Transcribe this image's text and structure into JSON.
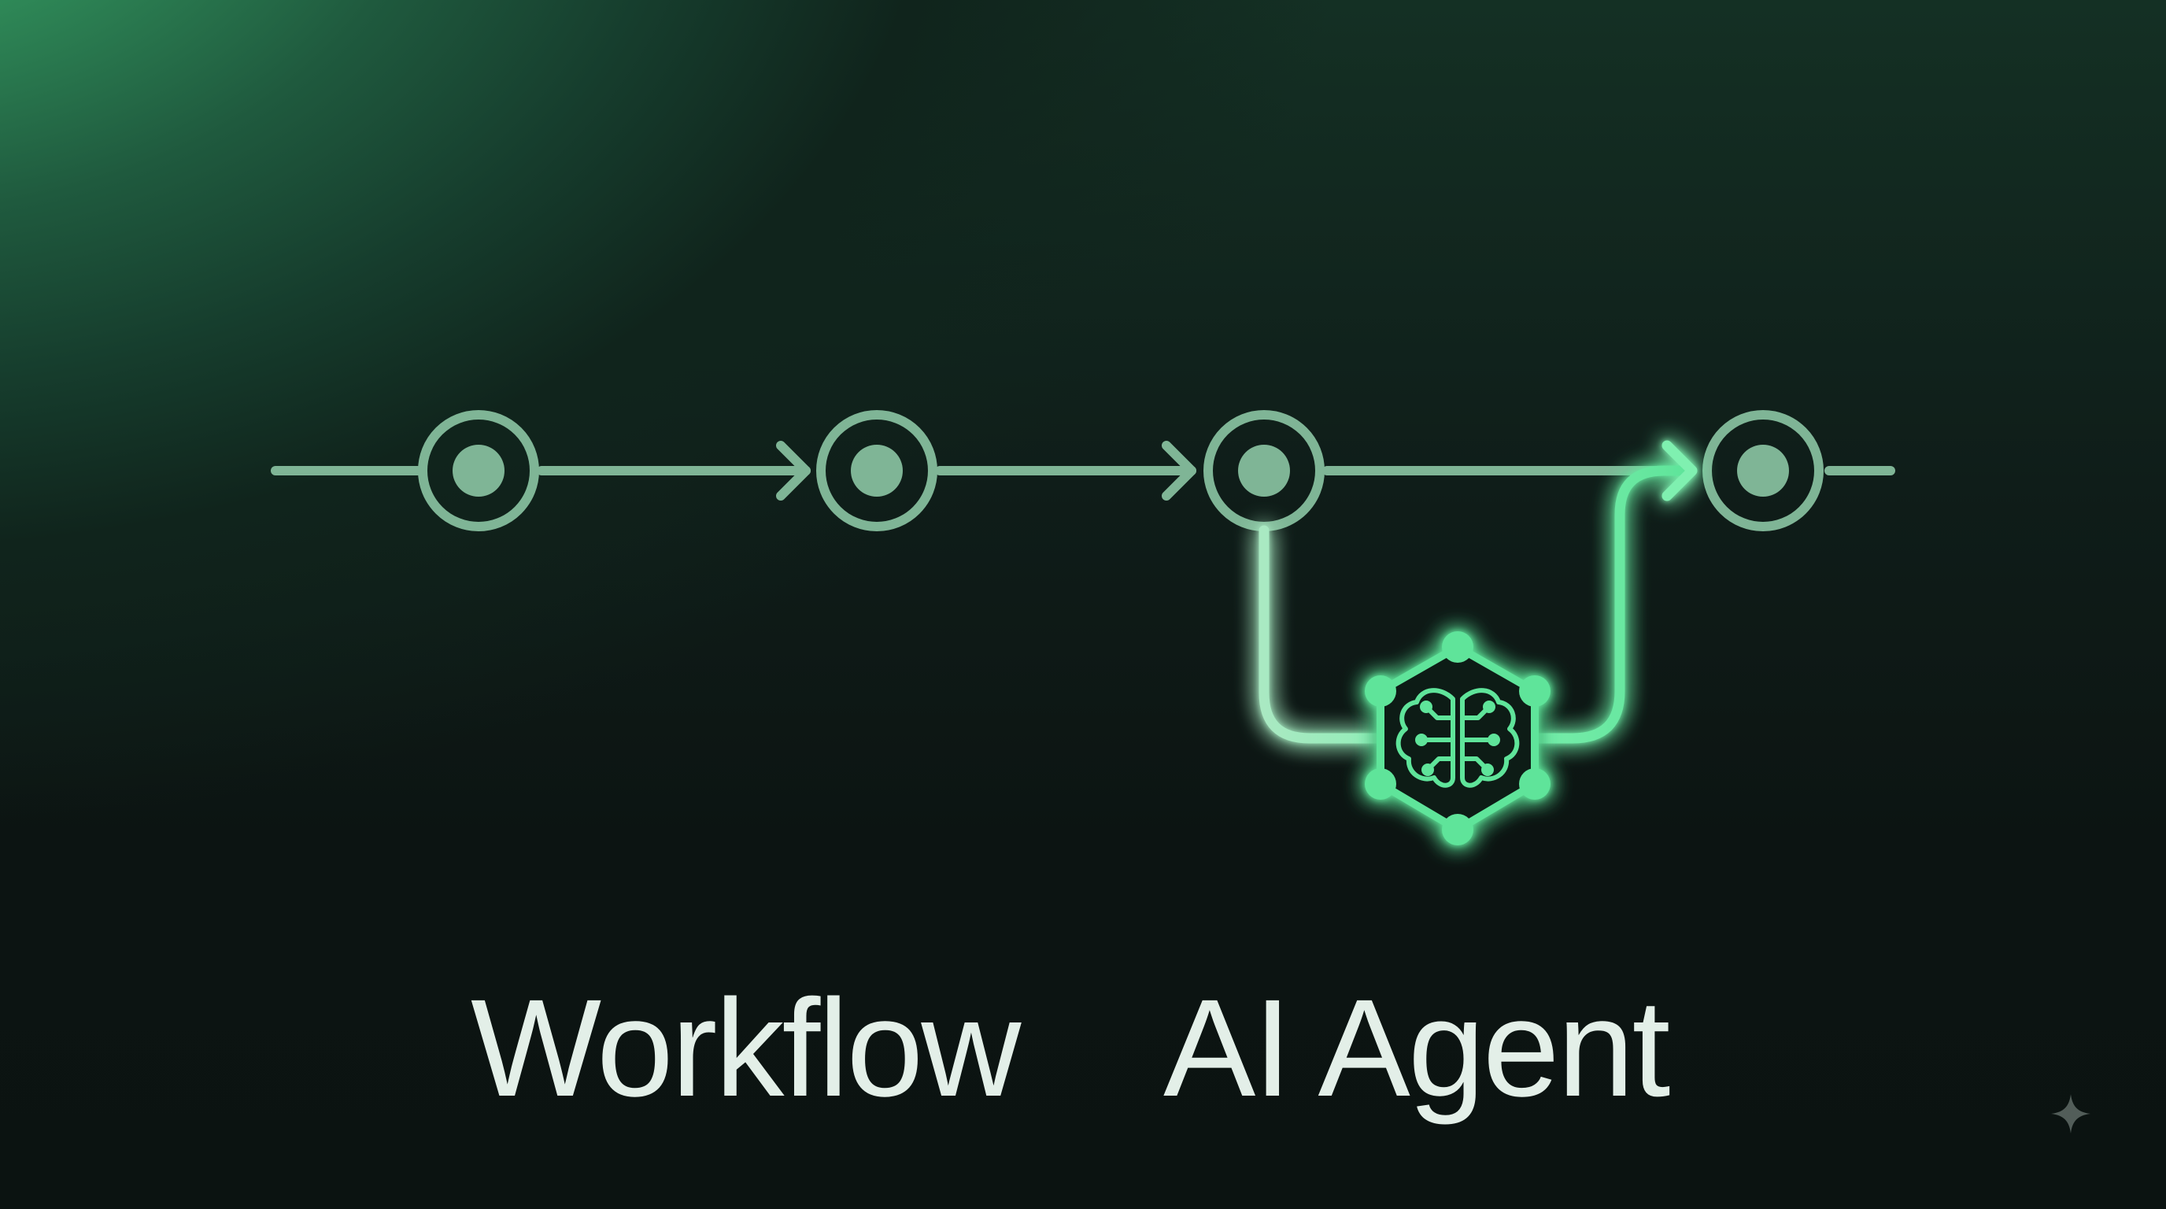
{
  "captions": {
    "workflow": "Workflow",
    "agent": "AI Agent"
  },
  "workflow": {
    "node_count": 4,
    "agent_branch": {
      "from_node": 3,
      "to_node": 4,
      "icon": "brain-circuit-icon"
    }
  },
  "icons": {
    "agent": "brain-circuit-icon",
    "watermark": "sparkle-icon"
  },
  "colors": {
    "background_dark": "#0c1412",
    "gradient_green": "#44c07c",
    "workflow_line": "#7fb596",
    "agent_glow": "#5fe49a",
    "caption_text": "#e3efe8"
  }
}
